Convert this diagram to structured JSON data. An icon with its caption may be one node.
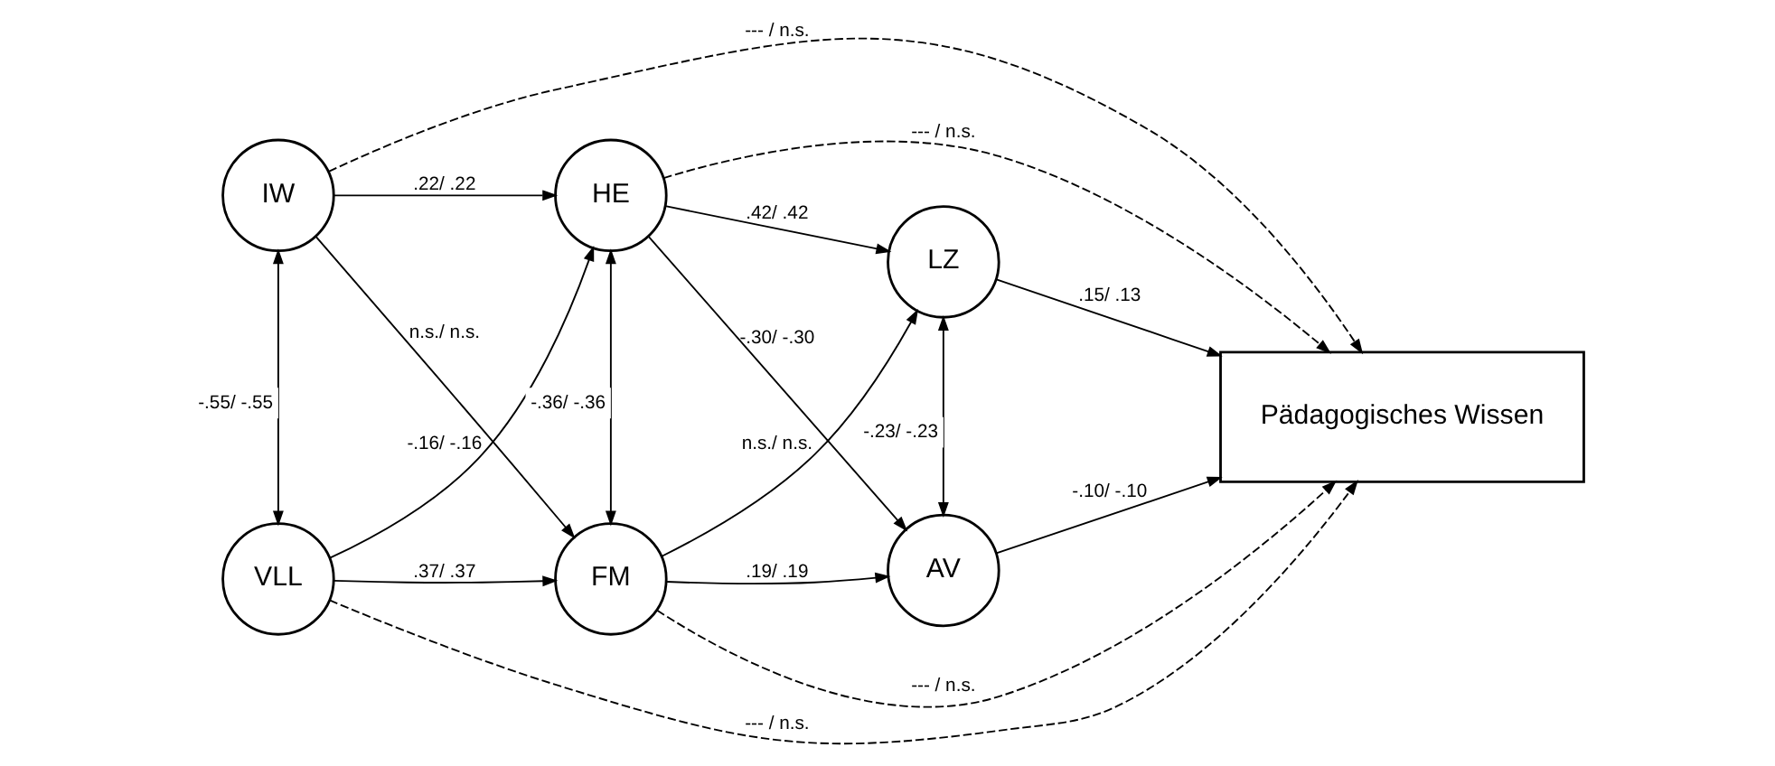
{
  "diagram": {
    "nodes": [
      {
        "text": [
          "IW"
        ]
      },
      {
        "text": [
          "VLL"
        ]
      },
      {
        "text": [
          "HE"
        ]
      },
      {
        "text": [
          "FM"
        ]
      },
      {
        "text": [
          "LZ"
        ]
      },
      {
        "text": [
          "AV"
        ]
      },
      {
        "text": [
          "Pädagogisches Wissen"
        ]
      }
    ],
    "edges": [
      {
        "from": 0,
        "to": 6,
        "arrow": "to",
        "label": "--- / n.s.",
        "style": "dashed"
      },
      {
        "from": 2,
        "to": 6,
        "arrow": "to",
        "label": "--- / n.s.",
        "style": "dashed"
      },
      {
        "from": 0,
        "to": 2,
        "arrow": "to",
        "label": ".22/ .22"
      },
      {
        "from": 2,
        "to": 4,
        "arrow": "to",
        "label": ".42/ .42"
      },
      {
        "from": 4,
        "to": 6,
        "arrow": "to",
        "label": ".15/ .13"
      },
      {
        "from": 1,
        "to": 2,
        "arrow": "to",
        "label": "-.16/ -.16"
      },
      {
        "from": 3,
        "to": 4,
        "arrow": "to",
        "label": "n.s./ n.s."
      },
      {
        "from": 0,
        "to": 1,
        "arrow": "both",
        "label": "-.55/ -.55"
      },
      {
        "from": 2,
        "to": 3,
        "arrow": "both",
        "label": "-.36/ -.36"
      },
      {
        "from": 4,
        "to": 5,
        "arrow": "both",
        "label": "-.23/ -.23"
      },
      {
        "from": 0,
        "to": 3,
        "arrow": "to",
        "label": "n.s./ n.s."
      },
      {
        "from": 2,
        "to": 5,
        "arrow": "to",
        "label": "-.30/ -.30"
      },
      {
        "from": 5,
        "to": 6,
        "arrow": "to",
        "label": "-.10/ -.10"
      },
      {
        "from": 1,
        "to": 3,
        "arrow": "to",
        "label": ".37/ .37"
      },
      {
        "from": 3,
        "to": 5,
        "arrow": "to",
        "label": ".19/ .19"
      },
      {
        "from": 3,
        "to": 6,
        "arrow": "to",
        "label": "--- / n.s.",
        "style": "dashed"
      },
      {
        "from": 1,
        "to": 6,
        "arrow": "to",
        "label": "--- / n.s.",
        "style": "dashed"
      }
    ]
  }
}
